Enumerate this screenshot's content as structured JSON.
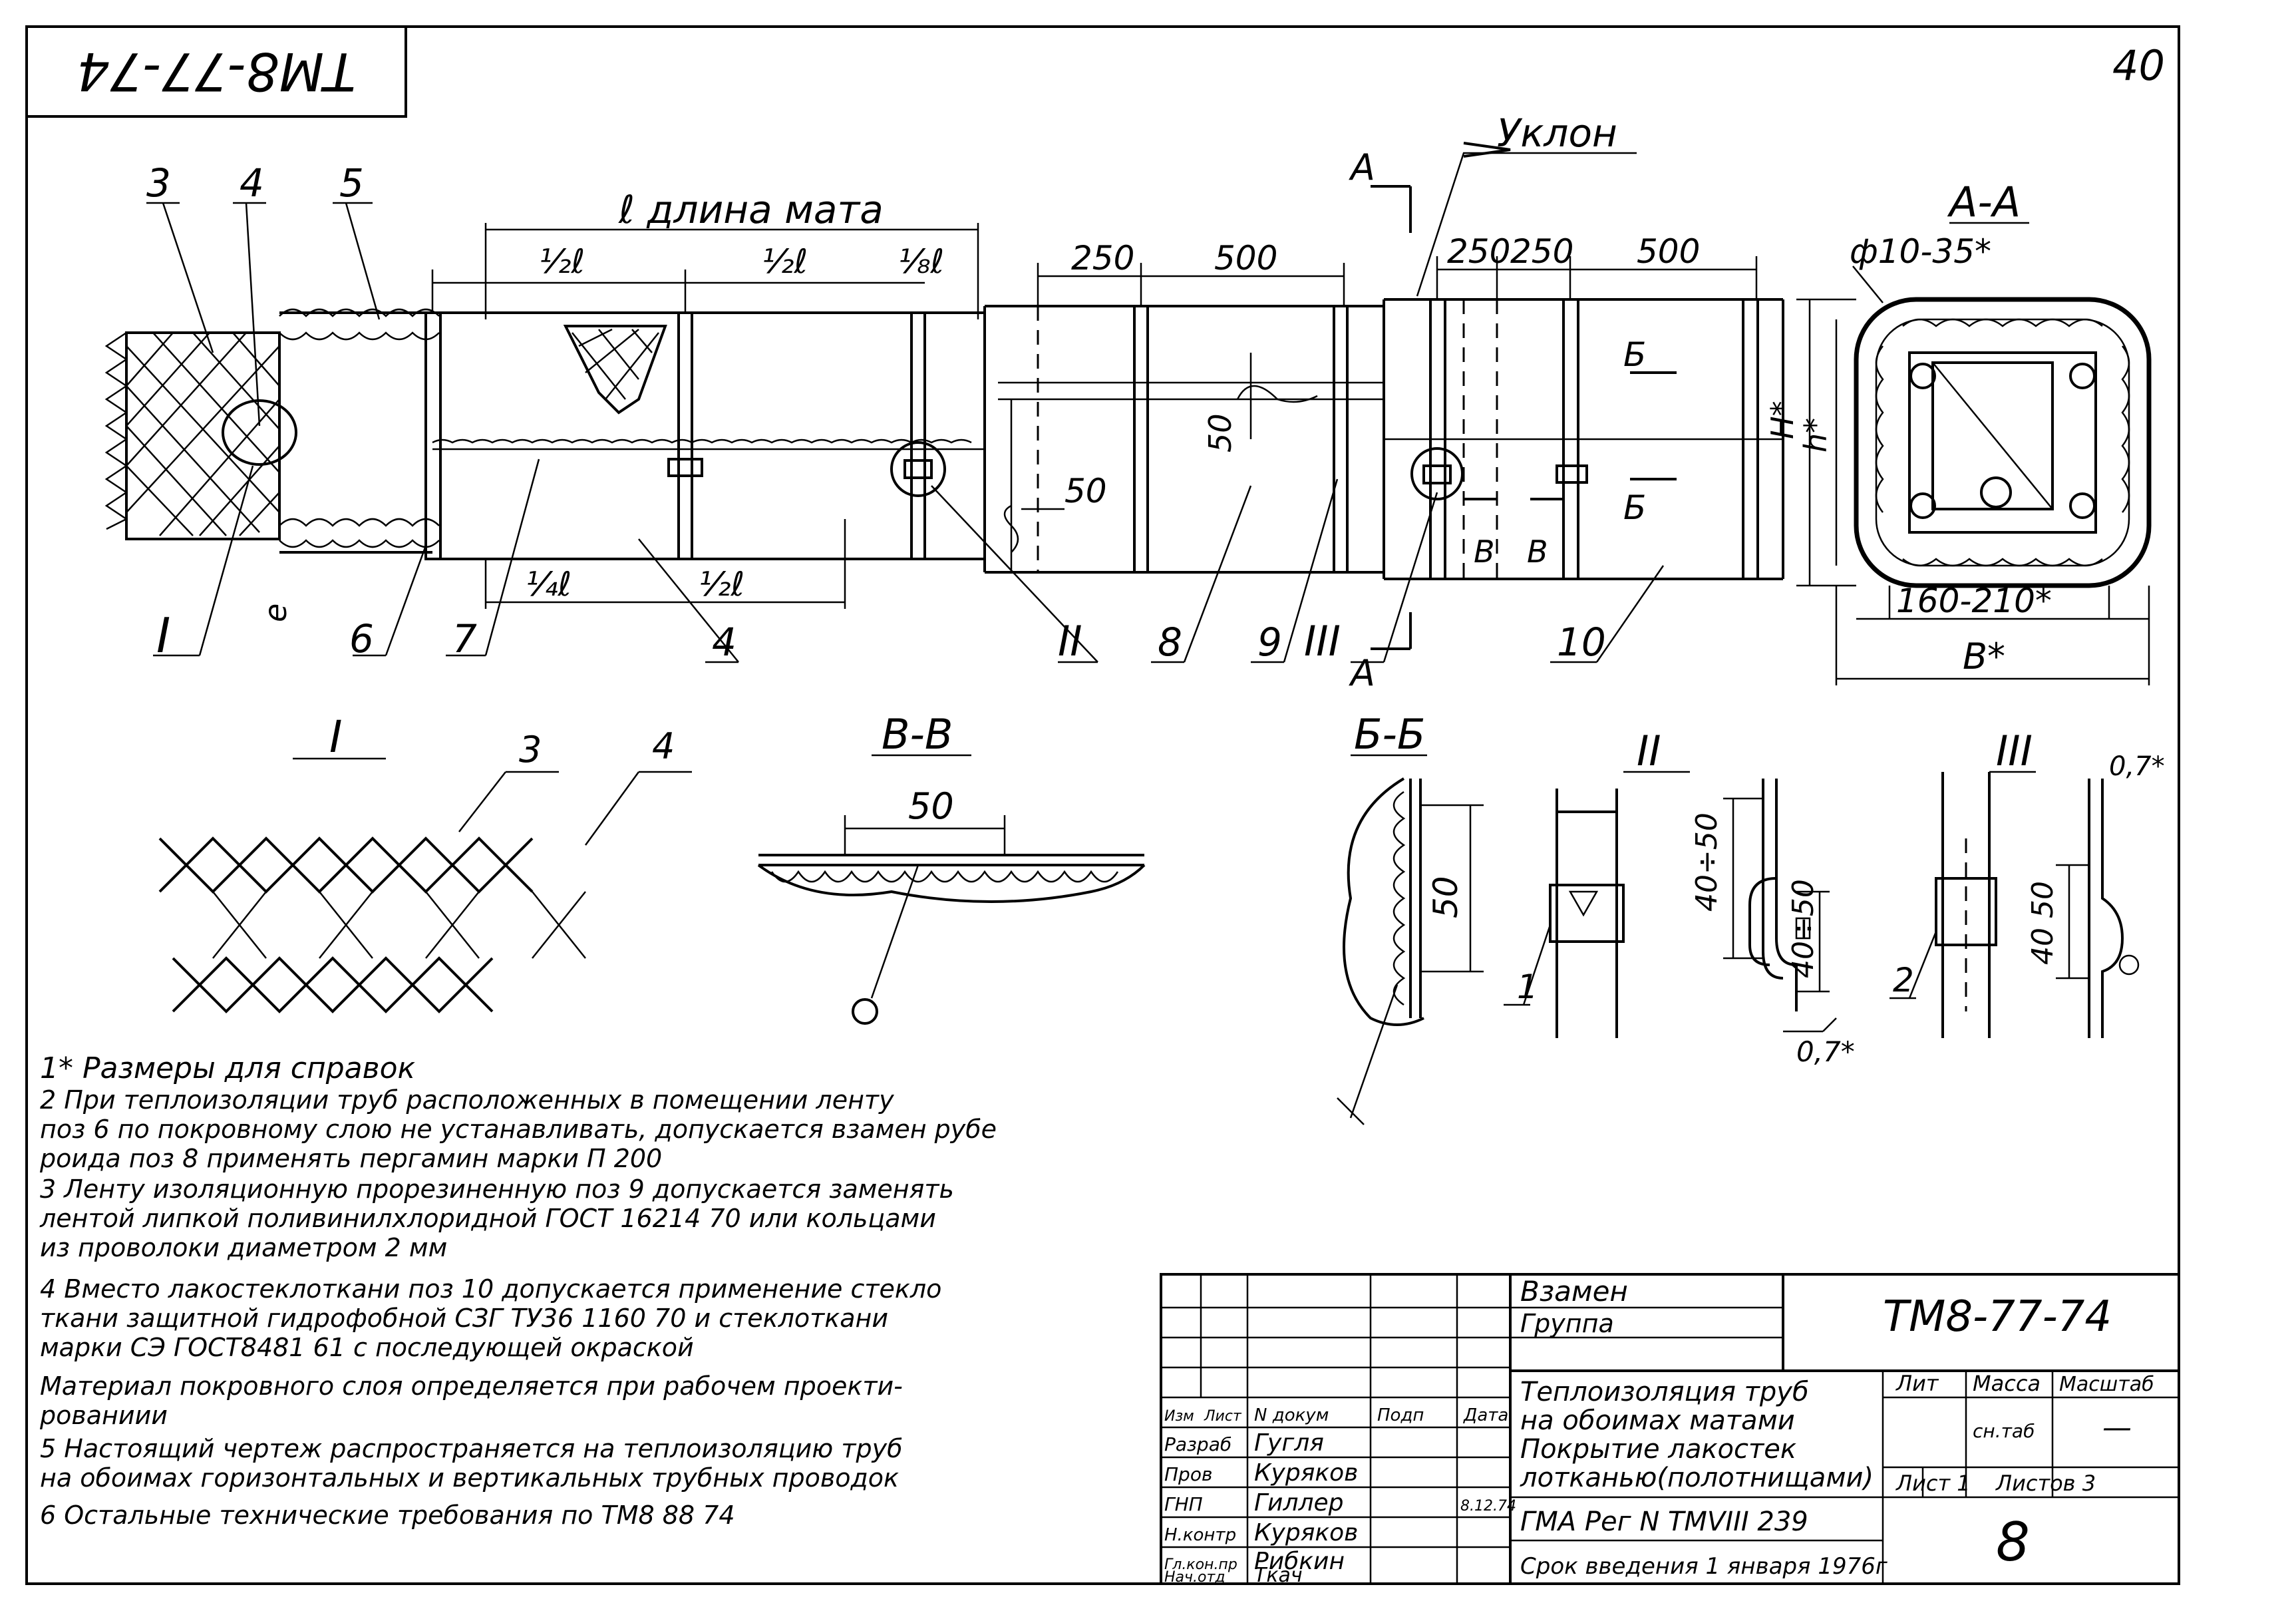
{
  "stamp": "ТМ8-77-74",
  "page_number": "40",
  "callouts": {
    "c3": "3",
    "c4": "4",
    "c5": "5",
    "c6": "6",
    "c7": "7",
    "c4b": "4",
    "cI": "I",
    "cII": "II",
    "c8": "8",
    "c9": "9",
    "cIII": "III",
    "c10": "10"
  },
  "dims": {
    "length_label": "ℓ длина мата",
    "half_l_1": "½ℓ",
    "half_l_2": "½ℓ",
    "eighth_l": "⅛ℓ",
    "quarter_l": "¼ℓ",
    "half_l_3": "½ℓ",
    "d250a": "250",
    "d500a": "500",
    "d250b": "250",
    "d250c": "250",
    "d500b": "500",
    "d50v": "50",
    "d50h": "50",
    "e": "е",
    "slope": "Уклон",
    "section_A_top": "А",
    "section_A_bot": "А",
    "section_B": "Б",
    "section_B2": "Б",
    "section_V": "В",
    "section_V2": "В"
  },
  "section_aa": {
    "title": "А-А",
    "phi": "ф10-35*",
    "h_star": "Н*",
    "h": "h*",
    "width": "160-210*",
    "B_star": "В*"
  },
  "detail_views": {
    "I_title": "I",
    "I_c3": "3",
    "I_c4": "4",
    "VV_title": "В-В",
    "VV_dim": "50",
    "BB_title": "Б-Б",
    "BB_dim": "50",
    "II_title": "II",
    "II_dim1": "40÷50",
    "II_dim2": "40÷50",
    "II_dim3": "0,7*",
    "II_callout": "1",
    "III_title": "III",
    "III_dim1": "40 50",
    "III_dim2": "0,7*",
    "III_callout": "2"
  },
  "notes": [
    "1* Размеры для справок",
    "2  При теплоизоляции труб расположенных в помещении ленту",
    "   поз 6 по покровному слою не устанавливать, допускается взамен рубе",
    "   роида поз 8 применять пергамин марки П 200",
    "3  Ленту изоляционную прорезиненную поз 9 допускается заменять",
    "   лентой липкой поливинилхлоридной ГОСТ 16214 70 или кольцами",
    "   из проволоки диаметром 2 мм",
    "4  Вместо лакостеклоткани поз 10 допускается применение стекло",
    "   ткани защитной гидрофобной СЗГ ТУ36 1160 70 и стеклоткани",
    "   марки СЭ ГОСТ8481 61 с последующей окраской",
    "   Материал покровного слоя определяется при рабочем проекти-",
    "рованиии",
    "5  Настоящий чертеж распространяется на теплоизоляцию труб",
    "   на обоимах    горизонтальных и вертикальных трубных проводок",
    "6  Остальные технические требования по ТМ8 88 74"
  ],
  "title_block": {
    "vzamen": "Взамен",
    "gruppa": "Группа",
    "code": "ТМ8-77-74",
    "title_lines": [
      "Теплоизоляция труб",
      "на обоимах матами",
      "Покрытие лакостек",
      "лотканью(полотнищами)"
    ],
    "lit": "Лит",
    "massa": "Масса",
    "masshtab": "Масштаб",
    "sn_tab": "сн.таб",
    "dash": "—",
    "list": "Лист 1",
    "listov": "Листов 3",
    "gma": "ГМА Рег N ТМVIII 239",
    "srok": "Срок введения 1 января 1976г",
    "sheet": "8",
    "header": [
      "Изм",
      "Лист",
      "N докум",
      "Подп",
      "Дата"
    ],
    "rows": [
      [
        "Разраб",
        "Гугля",
        "",
        ""
      ],
      [
        "Пров",
        "Куряков",
        "",
        ""
      ],
      [
        "ГНП",
        "Гиллер",
        "",
        "8.12.74"
      ],
      [
        "Н.контр",
        "Куряков",
        "",
        ""
      ],
      [
        "Гл.кон.пр",
        "Рибкин",
        "",
        ""
      ],
      [
        "Нач.отд",
        "Ткач",
        "",
        ""
      ]
    ]
  }
}
